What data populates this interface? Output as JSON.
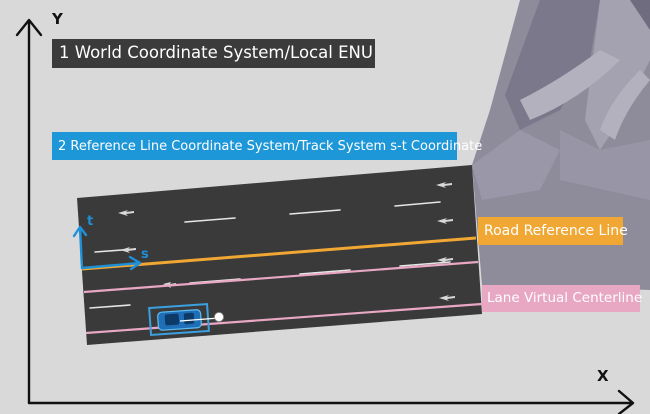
{
  "axes": {
    "y_label": "Y",
    "x_label": "X"
  },
  "labels": {
    "world": "1 World Coordinate System/Local ENU",
    "track": "2 Reference Line Coordinate System/Track System s-t Coordinate",
    "reference_line": "Road Reference Line",
    "lane_centerline": "Lane Virtual Centerline"
  },
  "frenet": {
    "t_label": "t",
    "s_label": "s"
  },
  "colors": {
    "background": "#d9d9d9",
    "road": "#3a3a3a",
    "junction": "#8e8c9a",
    "reference_line": "#f0a733",
    "lane_centerline": "#e8a7c2",
    "frenet_axis": "#1e90d8",
    "world_label_bg": "#3b3b3b",
    "track_label_bg": "#1e97d8"
  }
}
